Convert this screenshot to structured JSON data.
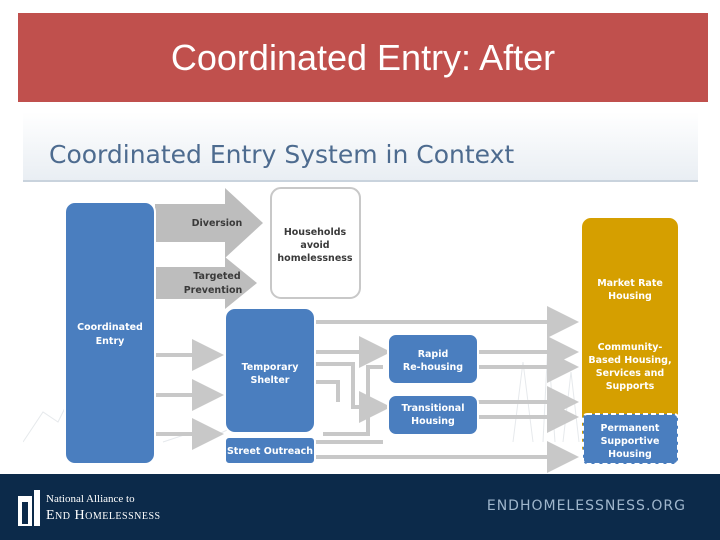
{
  "title": "Coordinated Entry: After",
  "slide": {
    "header": "Coordinated Entry System in Context",
    "boxes": {
      "coordinated_entry": "Coordinated Entry",
      "diversion": "Diversion",
      "targeted_prevention": "Targeted Prevention",
      "households_avoid": "Households avoid homelessness",
      "temporary_shelter": "Temporary Shelter",
      "street_outreach": "Street Outreach",
      "rapid_rehousing": "Rapid Re-housing",
      "transitional_housing": "Transitional Housing",
      "market_rate": "Market Rate Housing",
      "community_based": "Community-Based Housing, Services and Supports",
      "permanent_supportive": "Permanent Supportive Housing"
    }
  },
  "footer": {
    "org_line1": "National Alliance to",
    "org_line2": "End Homelessness",
    "url": "ENDHOMELESSNESS.ORG"
  },
  "colors": {
    "title_bg": "#c0504d",
    "blue": "#4a7ebf",
    "gold": "#d59f00",
    "gray_arrow": "#bdbdbd",
    "footer_bg": "#0c2a4a"
  }
}
